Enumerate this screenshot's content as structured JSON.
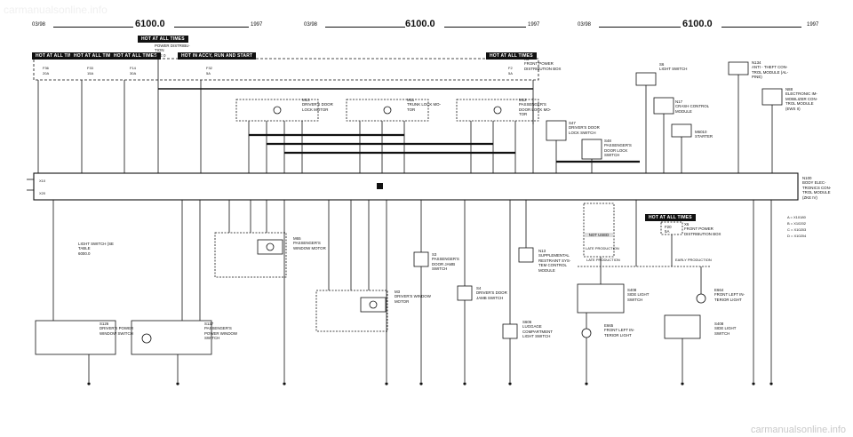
{
  "headers": [
    {
      "date": "03/98",
      "page": "6100.0",
      "year": "1997"
    },
    {
      "date": "03/98",
      "page": "6100.0",
      "year": "1997"
    },
    {
      "date": "03/98",
      "page": "6100.0",
      "year": "1997"
    }
  ],
  "hot_labels": {
    "hot_at_all_times": "HOT AT ALL TIMES",
    "hot_in_acc": "HOT IN ACCY, RUN AND START"
  },
  "fuses": [
    {
      "id": "F36",
      "amp": "20A"
    },
    {
      "id": "F33",
      "amp": "15A"
    },
    {
      "id": "F14",
      "amp": "30A"
    },
    {
      "id": "F32",
      "amp": "5A"
    },
    {
      "id": "F2",
      "amp": "5A"
    }
  ],
  "components": {
    "power_distribution": "POWER DISTRIBU-\nTION\nSEE 0",
    "x6": "X6\nFRONT POWER\nDISTRIBUTION BOX",
    "m13": "M13\nDRIVER'S DOOR\nLOCK MOTOR",
    "m11": "M11\nTRUNK LOCK MO-\nTOR",
    "m12": "M12\nPASSENGER'S\nDOOR LOCK MO-\nTOR",
    "s47": "S47\nDRIVER'S DOOR\nLOCK SWITCH",
    "s48": "S48\nPASSENGER'S\nDOOR LOCK\nSWITCH",
    "s6": "S6\nLIGHT SWITCH",
    "n17": "N17\nCRASH CONTROL\nMODULE",
    "m6010": "M6010\nSTARTER",
    "n134": "N134\nANTI - THEFT CON-\nTROL MODULE (AL-\nPINE)",
    "n88": "N88\nELECTRONIC IM-\nMOBILIZER CON-\nTROL MODULE\n(EWS II)",
    "n100": "N100\nBODY ELEC-\nTRONICS CON-\nTROL MODULE\n(ZKE IV)",
    "m65": "M65\nPASSENGER'S\nWINDOW MOTOR",
    "m3": "M3\nDRIVER'S WINDOW\nMOTOR",
    "s3": "S3\nPASSENGER'S\nDOOR JAMB\nSWITCH",
    "s4": "S4\nDRIVER'S DOOR\nJAMB SWITCH",
    "n13": "N13\nSUPPLEMENTAL\nRESTRAINT SYS-\nTEM CONTROL\nMODULE",
    "s606": "S606\nLUGGAGE\nCOMPARTMENT\nLIGHT SWITCH",
    "light_switch_ref": "LIGHT SWITCH (SE\nTABLE\n6000.0",
    "s126": "S126\nDRIVER'S POWER\nWINDOW SWITCH",
    "s127": "S127\nPASSENGER'S\nPOWER WINDOW\nSWITCH",
    "s408_left": "S408\nSIDE LIGHT\nSWITCH",
    "e665": "E665\nFRONT LEFT IN-\nTERIOR LIGHT",
    "e664": "E664\nFRONT LEFT IN-\nTERIOR LIGHT",
    "s408_right": "S408\nSIDE LIGHT\nSWITCH",
    "x6_right": "X6\nFRONT POWER\nDISTRIBUTION BOX",
    "not_used": "NOT USED",
    "late_production_box": "LATE PRODUCTION",
    "late_production": "LATE PRODUCTION",
    "early_production": "EARLY PRODUCTION",
    "fuse_right": "F20\n5A"
  },
  "legend": [
    "A = X10180",
    "B = X10202",
    "C = X10203",
    "D = X10204"
  ],
  "module_codes": {
    "n100": "X10",
    "n100b": "X20"
  },
  "footer": "carmanualsonline.info",
  "watermark": "carmanualsonline.info"
}
